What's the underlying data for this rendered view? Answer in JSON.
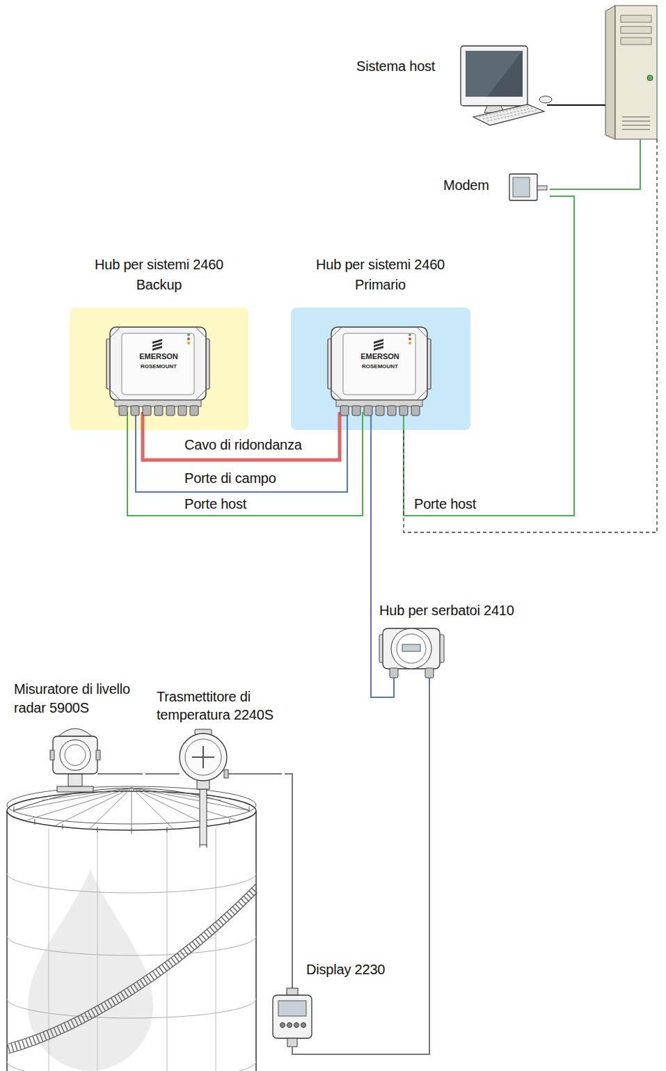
{
  "diagram": {
    "nodes": [
      {
        "text": [
          "Sistema host"
        ]
      },
      {
        "text": [
          "Modem"
        ]
      },
      {
        "text": [
          "Hub per sistemi 2460 Backup"
        ]
      },
      {
        "text": [
          "Hub per sistemi 2460 Primario"
        ]
      },
      {
        "text": [
          "Hub per serbatoi 2410"
        ]
      },
      {
        "text": [
          "Misuratore di livello radar 5900S"
        ]
      },
      {
        "text": [
          "Trasmettitore di temperatura 2240S"
        ]
      },
      {
        "text": [
          "Display 2230"
        ]
      }
    ],
    "edges": [
      {
        "from": 0,
        "to": 1,
        "arrow": "none"
      },
      {
        "from": 1,
        "to": 3,
        "label": "Porte host",
        "arrow": "none"
      },
      {
        "from": 0,
        "to": 3,
        "arrow": "none"
      },
      {
        "from": 2,
        "to": 3,
        "label": "Cavo di ridondanza",
        "arrow": "none"
      },
      {
        "from": 2,
        "to": 3,
        "label": "Porte di campo",
        "arrow": "none"
      },
      {
        "from": 2,
        "to": 3,
        "label": "Porte host",
        "arrow": "none"
      },
      {
        "from": 3,
        "to": 4,
        "arrow": "none"
      },
      {
        "from": 4,
        "to": 7,
        "arrow": "none"
      },
      {
        "from": 7,
        "to": 6,
        "arrow": "none"
      },
      {
        "from": 6,
        "to": 5,
        "arrow": "none"
      }
    ],
    "labels": [
      "EMERSON",
      "ROSEMOUNT",
      "EMERSON",
      "ROSEMOUNT"
    ]
  }
}
